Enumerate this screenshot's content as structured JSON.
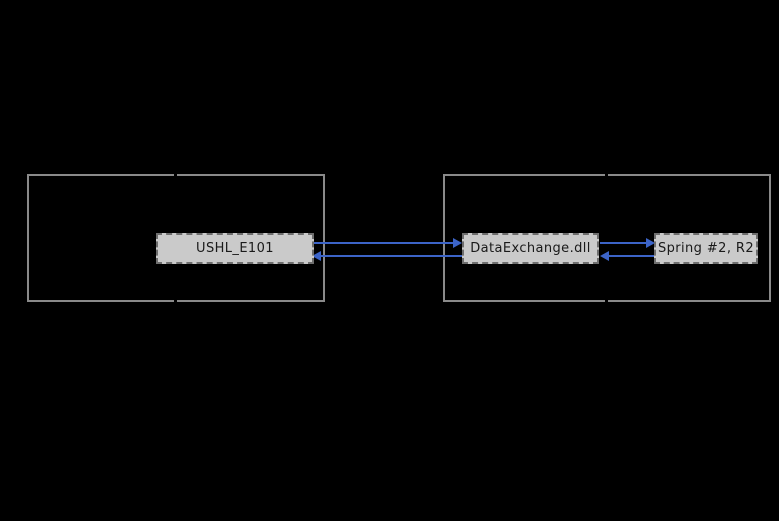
{
  "diagram": {
    "type": "deployment-communication-diagram",
    "background_color": "#000000",
    "colors": {
      "container-border": "#8a8a8a",
      "node-fill": "#cacaca",
      "node-border": "#6e6e6e",
      "node-text": "#1a1a1a",
      "arrow-blue": "#3c64c8"
    },
    "containers": [
      {
        "id": "left-container",
        "label": ""
      },
      {
        "id": "right-container",
        "label": ""
      }
    ],
    "nodes": [
      {
        "id": "ushl",
        "label": "USHL_E101"
      },
      {
        "id": "dataexchange",
        "label": "DataExchange.dll"
      },
      {
        "id": "spring",
        "label": "Spring #2, R2"
      }
    ],
    "connectors": [
      {
        "from": "USHL_E101",
        "to": "DataExchange.dll",
        "direction": "right",
        "style": "solid-blue-arrow"
      },
      {
        "from": "DataExchange.dll",
        "to": "USHL_E101",
        "direction": "left",
        "style": "solid-blue-arrow"
      },
      {
        "from": "DataExchange.dll",
        "to": "Spring #2, R2",
        "direction": "right",
        "style": "solid-blue-arrow"
      },
      {
        "from": "Spring #2, R2",
        "to": "DataExchange.dll",
        "direction": "left",
        "style": "solid-blue-arrow"
      }
    ]
  }
}
